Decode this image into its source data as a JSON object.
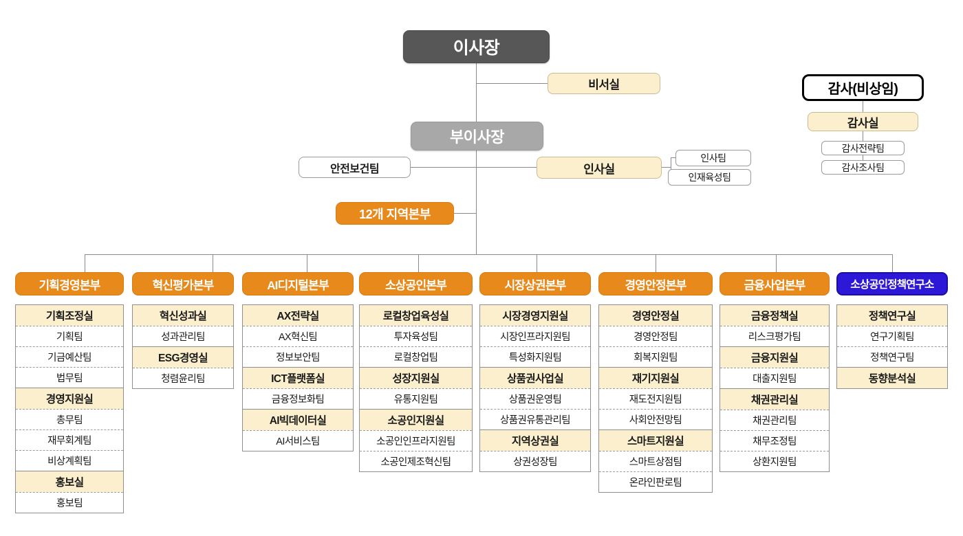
{
  "top": {
    "chairman": "이사장",
    "secretariat": "비서실",
    "vice_chairman": "부이사장",
    "safety_team": "안전보건팀",
    "hr_office": "인사실",
    "hr_teams": [
      "인사팀",
      "인재육성팀"
    ],
    "regional": "12개 지역본부"
  },
  "audit": {
    "head": "감사(비상임)",
    "office": "감사실",
    "teams": [
      "감사전략팀",
      "감사조사팀"
    ]
  },
  "divisions": [
    {
      "name": "기획경영본부",
      "accent": "#e8891c",
      "units": [
        {
          "office": "기획조정실",
          "teams": [
            "기획팀",
            "기금예산팀",
            "법무팀"
          ]
        },
        {
          "office": "경영지원실",
          "teams": [
            "총무팀",
            "재무회계팀",
            "비상계획팀"
          ]
        },
        {
          "office": "홍보실",
          "teams": [
            "홍보팀"
          ]
        }
      ]
    },
    {
      "name": "혁신평가본부",
      "accent": "#e8891c",
      "units": [
        {
          "office": "혁신성과실",
          "teams": [
            "성과관리팀"
          ]
        },
        {
          "office": "ESG경영실",
          "teams": [
            "청렴윤리팀"
          ]
        }
      ]
    },
    {
      "name": "AI디지털본부",
      "accent": "#e8891c",
      "units": [
        {
          "office": "AX전략실",
          "teams": [
            "AX혁신팀",
            "정보보안팀"
          ]
        },
        {
          "office": "ICT플랫폼실",
          "teams": [
            "금융정보화팀"
          ]
        },
        {
          "office": "AI빅데이터실",
          "teams": [
            "AI서비스팀"
          ]
        }
      ]
    },
    {
      "name": "소상공인본부",
      "accent": "#e8891c",
      "units": [
        {
          "office": "로컬창업육성실",
          "teams": [
            "투자육성팀",
            "로컬창업팀"
          ]
        },
        {
          "office": "성장지원실",
          "teams": [
            "유통지원팀"
          ]
        },
        {
          "office": "소공인지원실",
          "teams": [
            "소공인인프라지원팀",
            "소공인제조혁신팀"
          ]
        }
      ]
    },
    {
      "name": "시장상권본부",
      "accent": "#e8891c",
      "units": [
        {
          "office": "시장경영지원실",
          "teams": [
            "시장인프라지원팀",
            "특성화지원팀"
          ]
        },
        {
          "office": "상품권사업실",
          "teams": [
            "상품권운영팀",
            "상품권유통관리팀"
          ]
        },
        {
          "office": "지역상권실",
          "teams": [
            "상권성장팀"
          ]
        }
      ]
    },
    {
      "name": "경영안정본부",
      "accent": "#e8891c",
      "units": [
        {
          "office": "경영안정실",
          "teams": [
            "경영안정팀",
            "회복지원팀"
          ]
        },
        {
          "office": "재기지원실",
          "teams": [
            "재도전지원팀",
            "사회안전망팀"
          ]
        },
        {
          "office": "스마트지원실",
          "teams": [
            "스마트상점팀",
            "온라인판로팀"
          ]
        }
      ]
    },
    {
      "name": "금융사업본부",
      "accent": "#e8891c",
      "units": [
        {
          "office": "금융정책실",
          "teams": [
            "리스크평가팀"
          ]
        },
        {
          "office": "금융지원실",
          "teams": [
            "대출지원팀"
          ]
        },
        {
          "office": "채권관리실",
          "teams": [
            "채권관리팀",
            "채무조정팀",
            "상환지원팀"
          ]
        }
      ]
    },
    {
      "name": "소상공인정책연구소",
      "accent": "#2d18d8",
      "units": [
        {
          "office": "정책연구실",
          "teams": [
            "연구기획팀",
            "정책연구팀"
          ]
        },
        {
          "office": "동향분석실",
          "teams": []
        }
      ]
    }
  ],
  "colors": {
    "chairman_bg": "#575757",
    "vice_bg": "#a8a8a8",
    "division_orange": "#e8891c",
    "research_blue": "#2d18d8",
    "office_cream": "#fbefcd",
    "line_gray": "#8a8a8a"
  },
  "layout": {
    "column_x": [
      22,
      192,
      352,
      522,
      697,
      870,
      1046,
      1216
    ],
    "column_w": [
      158,
      148,
      162,
      165,
      162,
      166,
      160,
      162
    ]
  }
}
